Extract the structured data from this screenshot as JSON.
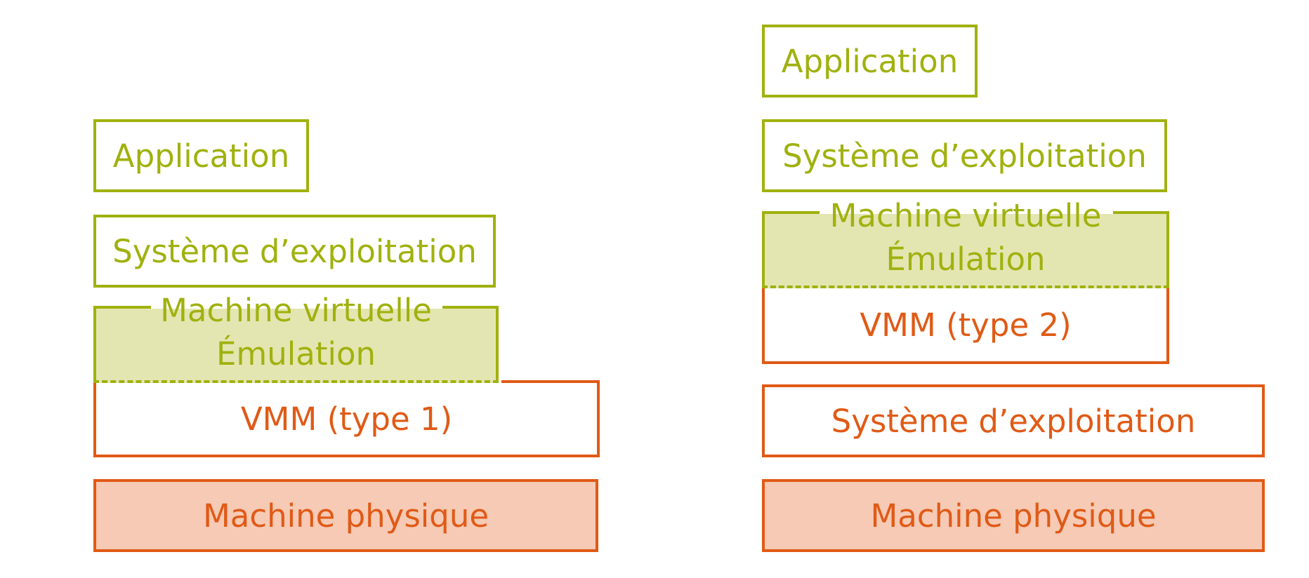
{
  "colors": {
    "green": "#a0b10e",
    "green_fill": "#e3e6b1",
    "orange": "#e05a16",
    "orange_fill": "#f6cab5"
  },
  "left_stack": {
    "application": "Application",
    "os": "Système d’exploitation",
    "vm_line1": "Machine virtuelle",
    "vm_line2": "Émulation",
    "vmm": "VMM (type 1)",
    "hardware": "Machine physique"
  },
  "right_stack": {
    "application": "Application",
    "guest_os": "Système d’exploitation",
    "vm_line1": "Machine virtuelle",
    "vm_line2": "Émulation",
    "vmm": "VMM (type 2)",
    "host_os": "Système d’exploitation",
    "hardware": "Machine physique"
  }
}
